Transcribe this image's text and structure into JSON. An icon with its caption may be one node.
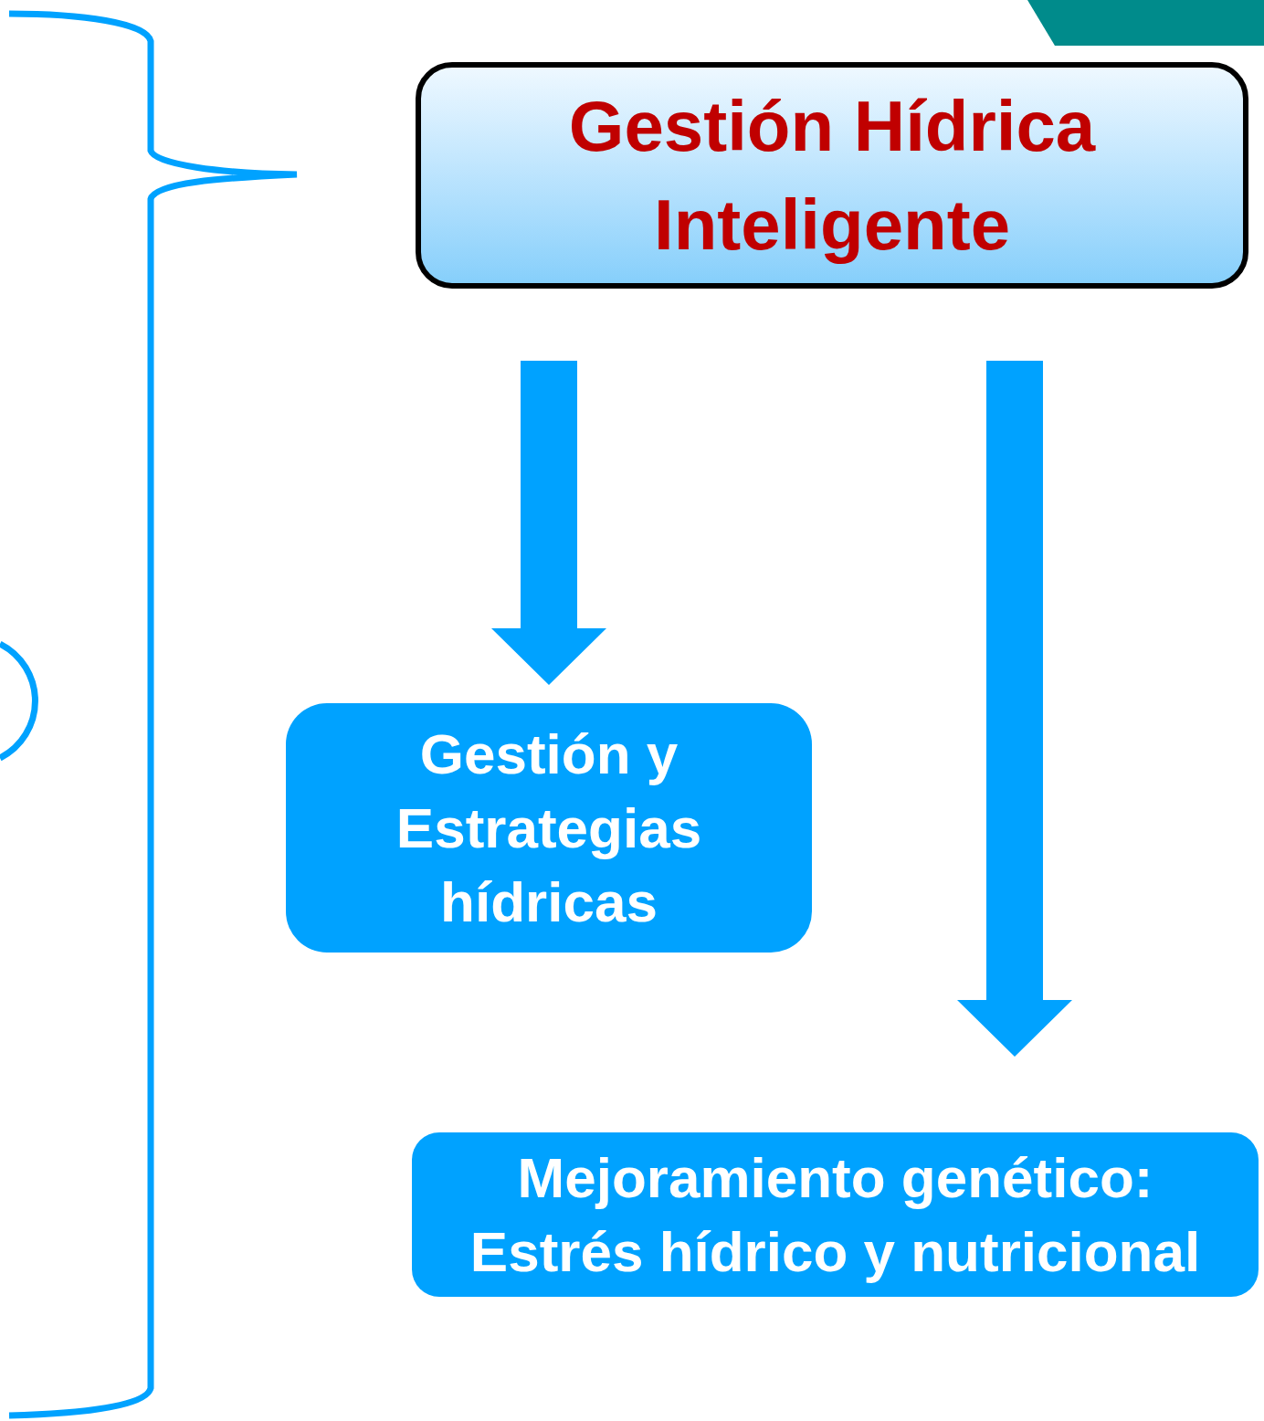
{
  "diagram": {
    "nodes": [
      {
        "text": [
          "Gestión Hídrica Inteligente"
        ]
      },
      {
        "text": [
          "Gestión y Estrategias hídricas"
        ]
      },
      {
        "text": [
          "Mejoramiento genético: Estrés hídrico y nutricional"
        ]
      }
    ],
    "edges": [
      {
        "from": 0,
        "to": 1,
        "arrow": "to",
        "style": "thick"
      },
      {
        "from": 0,
        "to": 2,
        "arrow": "to",
        "style": "thick"
      }
    ]
  }
}
